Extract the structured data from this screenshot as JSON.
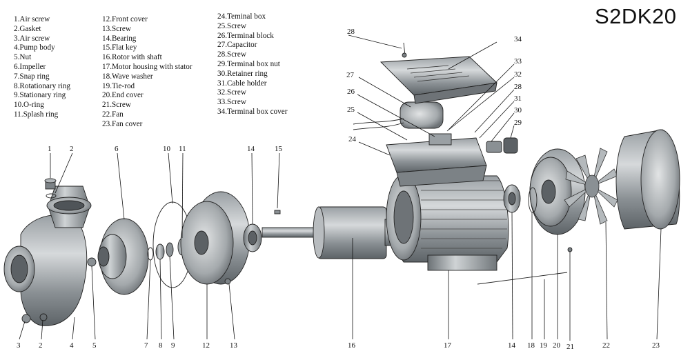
{
  "title": "S2DK20",
  "legend": {
    "column1": [
      "1.Air screw",
      "2.Gasket",
      "3.Air screw",
      "4.Pump body",
      "5.Nut",
      "6.Impeller",
      "7.Snap ring",
      "8.Rotationary ring",
      "9.Stationary ring",
      "10.O-ring",
      "11.Splash ring"
    ],
    "column2": [
      "12.Front cover",
      "13.Screw",
      "14.Bearing",
      "15.Flat key",
      "16.Rotor with shaft",
      "17.Motor housing with stator",
      "18.Wave washer",
      "19.Tie-rod",
      "20.End cover",
      "21.Screw",
      "22.Fan",
      "23.Fan cover"
    ],
    "column3": [
      "24.Teminal box",
      "25.Screw",
      "26.Terminal block",
      "27.Capacitor",
      "28.Screw",
      "29.Terminal box nut",
      "30.Retainer ring",
      "31.Cable holder",
      "32.Screw",
      "33.Screw",
      "34.Terminal box cover"
    ]
  },
  "callouts": {
    "top_row": [
      "1",
      "2",
      "6",
      "10",
      "11",
      "14",
      "15"
    ],
    "bottom_row": [
      "3",
      "2",
      "4",
      "5",
      "7",
      "8",
      "9",
      "12",
      "13",
      "16",
      "17",
      "14",
      "18",
      "19",
      "20",
      "21",
      "22",
      "23"
    ],
    "right_column": [
      "28",
      "34",
      "27",
      "33",
      "32",
      "26",
      "28",
      "25",
      "31",
      "30",
      "24",
      "29"
    ]
  }
}
